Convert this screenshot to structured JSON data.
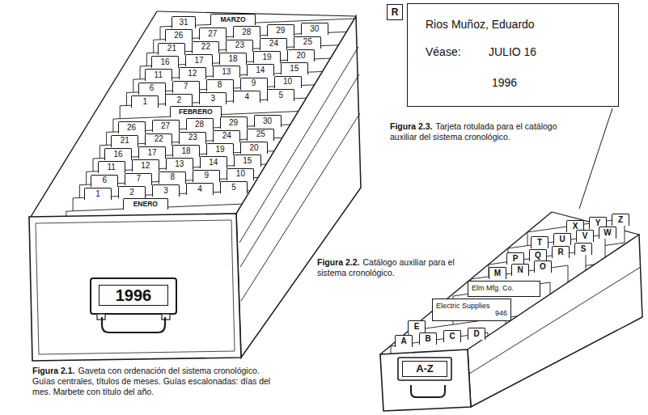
{
  "diagram": {
    "nodes": [
      {
        "text": [
          "31"
        ]
      },
      {
        "text": [
          "MARZO"
        ]
      },
      {
        "text": [
          "26"
        ]
      },
      {
        "text": [
          "27"
        ]
      },
      {
        "text": [
          "28"
        ]
      },
      {
        "text": [
          "29"
        ]
      },
      {
        "text": [
          "30"
        ]
      },
      {
        "text": [
          "21"
        ]
      },
      {
        "text": [
          "22"
        ]
      },
      {
        "text": [
          "23"
        ]
      },
      {
        "text": [
          "24"
        ]
      },
      {
        "text": [
          "25"
        ]
      },
      {
        "text": [
          "16"
        ]
      },
      {
        "text": [
          "17"
        ]
      },
      {
        "text": [
          "18"
        ]
      },
      {
        "text": [
          "19"
        ]
      },
      {
        "text": [
          "20"
        ]
      },
      {
        "text": [
          "11"
        ]
      },
      {
        "text": [
          "12"
        ]
      },
      {
        "text": [
          "13"
        ]
      },
      {
        "text": [
          "14"
        ]
      },
      {
        "text": [
          "15"
        ]
      },
      {
        "text": [
          "6"
        ]
      },
      {
        "text": [
          "7"
        ]
      },
      {
        "text": [
          "8"
        ]
      },
      {
        "text": [
          "9"
        ]
      },
      {
        "text": [
          "10"
        ]
      },
      {
        "text": [
          "1"
        ]
      },
      {
        "text": [
          "2"
        ]
      },
      {
        "text": [
          "3"
        ]
      },
      {
        "text": [
          "4"
        ]
      },
      {
        "text": [
          "5"
        ]
      },
      {
        "text": [
          "FEBRERO"
        ]
      },
      {
        "text": [
          "26"
        ]
      },
      {
        "text": [
          "27"
        ]
      },
      {
        "text": [
          "28"
        ]
      },
      {
        "text": [
          "29"
        ]
      },
      {
        "text": [
          "30"
        ]
      },
      {
        "text": [
          "21"
        ]
      },
      {
        "text": [
          "22"
        ]
      },
      {
        "text": [
          "23"
        ]
      },
      {
        "text": [
          "24"
        ]
      },
      {
        "text": [
          "25"
        ]
      },
      {
        "text": [
          "16"
        ]
      },
      {
        "text": [
          "17"
        ]
      },
      {
        "text": [
          "18"
        ]
      },
      {
        "text": [
          "19"
        ]
      },
      {
        "text": [
          "20"
        ]
      },
      {
        "text": [
          "11"
        ]
      },
      {
        "text": [
          "12"
        ]
      },
      {
        "text": [
          "13"
        ]
      },
      {
        "text": [
          "14"
        ]
      },
      {
        "text": [
          "15"
        ]
      },
      {
        "text": [
          "6"
        ]
      },
      {
        "text": [
          "7"
        ]
      },
      {
        "text": [
          "8"
        ]
      },
      {
        "text": [
          "9"
        ]
      },
      {
        "text": [
          "10"
        ]
      },
      {
        "text": [
          "1"
        ]
      },
      {
        "text": [
          "2"
        ]
      },
      {
        "text": [
          "3"
        ]
      },
      {
        "text": [
          "4"
        ]
      },
      {
        "text": [
          "5"
        ]
      },
      {
        "text": [
          "ENERO"
        ]
      },
      {
        "text": [
          "1996"
        ]
      },
      {
        "text": [
          "R"
        ]
      },
      {
        "text": [
          "Rios Muñoz, Eduardo",
          "Véase:",
          "JULIO 16",
          "1996"
        ]
      },
      {
        "text": [
          "X"
        ]
      },
      {
        "text": [
          "Y"
        ]
      },
      {
        "text": [
          "Z"
        ]
      },
      {
        "text": [
          "T"
        ]
      },
      {
        "text": [
          "U"
        ]
      },
      {
        "text": [
          "V"
        ]
      },
      {
        "text": [
          "W"
        ]
      },
      {
        "text": [
          "P"
        ]
      },
      {
        "text": [
          "Q"
        ]
      },
      {
        "text": [
          "R"
        ]
      },
      {
        "text": [
          "S"
        ]
      },
      {
        "text": [
          "M"
        ]
      },
      {
        "text": [
          "N"
        ]
      },
      {
        "text": [
          "O"
        ]
      },
      {
        "text": [
          "Elm Mfg. Co."
        ]
      },
      {
        "text": [
          "Electric Supplies",
          "946"
        ]
      },
      {
        "text": [
          "E"
        ]
      },
      {
        "text": [
          "A"
        ]
      },
      {
        "text": [
          "B"
        ]
      },
      {
        "text": [
          "C"
        ]
      },
      {
        "text": [
          "D"
        ]
      },
      {
        "text": [
          "A-Z"
        ]
      }
    ],
    "labels": [
      "Figura 2.1.",
      "Gaveta con ordenación del sistema cronológico. Guías centrales, títulos de meses. Guías escalonadas: días del mes. Marbete con título del año.",
      "Figura 2.2.",
      "Catálogo auxiliar para el sistema cronológico.",
      "Figura 2.3.",
      "Tarjeta rotulada para el catálogo auxiliar del sistema cronológico."
    ]
  }
}
